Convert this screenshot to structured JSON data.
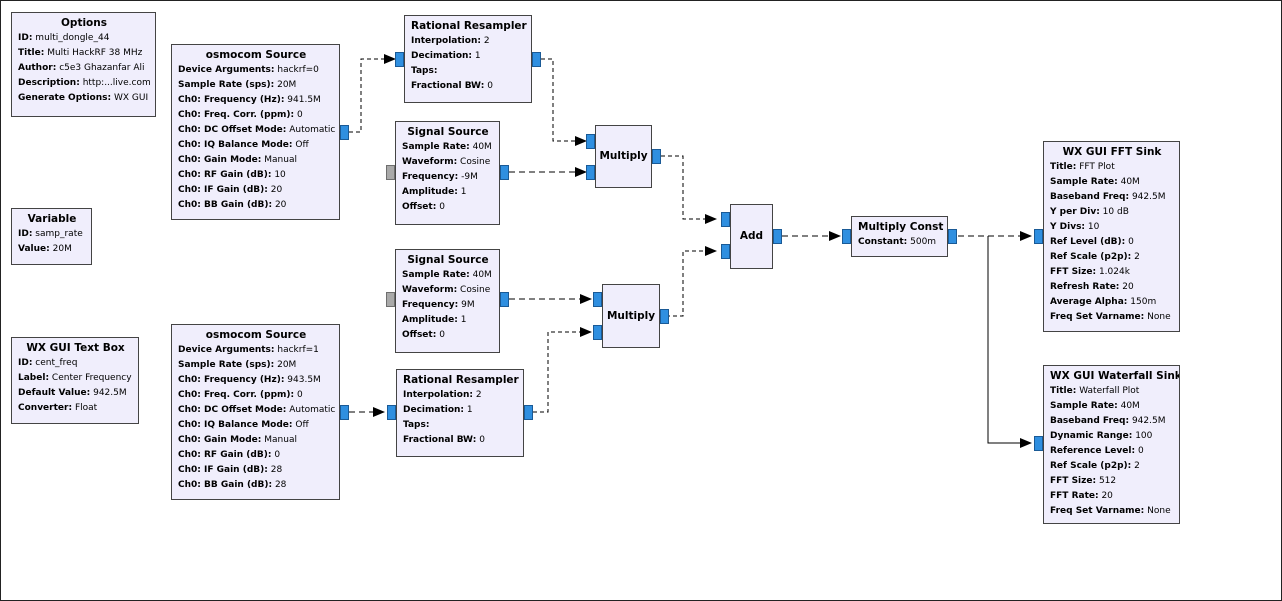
{
  "blocks": {
    "options": {
      "title": "Options",
      "params": [
        {
          "k": "ID:",
          "v": "multi_dongle_44"
        },
        {
          "k": "Title:",
          "v": "Multi HackRF 38 MHz"
        },
        {
          "k": "Author:",
          "v": "c5e3 Ghazanfar Ali"
        },
        {
          "k": "Description:",
          "v": "http:...live.com"
        },
        {
          "k": "Generate Options:",
          "v": "WX GUI"
        }
      ]
    },
    "variable": {
      "title": "Variable",
      "params": [
        {
          "k": "ID:",
          "v": "samp_rate"
        },
        {
          "k": "Value:",
          "v": "20M"
        }
      ]
    },
    "textbox": {
      "title": "WX GUI Text Box",
      "params": [
        {
          "k": "ID:",
          "v": "cent_freq"
        },
        {
          "k": "Label:",
          "v": "Center Frequency"
        },
        {
          "k": "Default Value:",
          "v": "942.5M"
        },
        {
          "k": "Converter:",
          "v": "Float"
        }
      ]
    },
    "osmo1": {
      "title": "osmocom Source",
      "params": [
        {
          "k": "Device Arguments:",
          "v": "hackrf=0"
        },
        {
          "k": "Sample Rate (sps):",
          "v": "20M"
        },
        {
          "k": "Ch0: Frequency (Hz):",
          "v": "941.5M"
        },
        {
          "k": "Ch0: Freq. Corr. (ppm):",
          "v": "0"
        },
        {
          "k": "Ch0: DC Offset Mode:",
          "v": "Automatic"
        },
        {
          "k": "Ch0: IQ Balance Mode:",
          "v": "Off"
        },
        {
          "k": "Ch0: Gain Mode:",
          "v": "Manual"
        },
        {
          "k": "Ch0: RF Gain (dB):",
          "v": "10"
        },
        {
          "k": "Ch0: IF Gain (dB):",
          "v": "20"
        },
        {
          "k": "Ch0: BB Gain (dB):",
          "v": "20"
        }
      ]
    },
    "osmo2": {
      "title": "osmocom Source",
      "params": [
        {
          "k": "Device Arguments:",
          "v": "hackrf=1"
        },
        {
          "k": "Sample Rate (sps):",
          "v": "20M"
        },
        {
          "k": "Ch0: Frequency (Hz):",
          "v": "943.5M"
        },
        {
          "k": "Ch0: Freq. Corr. (ppm):",
          "v": "0"
        },
        {
          "k": "Ch0: DC Offset Mode:",
          "v": "Automatic"
        },
        {
          "k": "Ch0: IQ Balance Mode:",
          "v": "Off"
        },
        {
          "k": "Ch0: Gain Mode:",
          "v": "Manual"
        },
        {
          "k": "Ch0: RF Gain (dB):",
          "v": "0"
        },
        {
          "k": "Ch0: IF Gain (dB):",
          "v": "28"
        },
        {
          "k": "Ch0: BB Gain (dB):",
          "v": "28"
        }
      ]
    },
    "resamp1": {
      "title": "Rational Resampler",
      "params": [
        {
          "k": "Interpolation:",
          "v": "2"
        },
        {
          "k": "Decimation:",
          "v": "1"
        },
        {
          "k": "Taps:",
          "v": ""
        },
        {
          "k": "Fractional BW:",
          "v": "0"
        }
      ]
    },
    "resamp2": {
      "title": "Rational Resampler",
      "params": [
        {
          "k": "Interpolation:",
          "v": "2"
        },
        {
          "k": "Decimation:",
          "v": "1"
        },
        {
          "k": "Taps:",
          "v": ""
        },
        {
          "k": "Fractional BW:",
          "v": "0"
        }
      ]
    },
    "sig1": {
      "title": "Signal Source",
      "params": [
        {
          "k": "Sample Rate:",
          "v": "40M"
        },
        {
          "k": "Waveform:",
          "v": "Cosine"
        },
        {
          "k": "Frequency:",
          "v": "-9M"
        },
        {
          "k": "Amplitude:",
          "v": "1"
        },
        {
          "k": "Offset:",
          "v": "0"
        }
      ]
    },
    "sig2": {
      "title": "Signal Source",
      "params": [
        {
          "k": "Sample Rate:",
          "v": "40M"
        },
        {
          "k": "Waveform:",
          "v": "Cosine"
        },
        {
          "k": "Frequency:",
          "v": "9M"
        },
        {
          "k": "Amplitude:",
          "v": "1"
        },
        {
          "k": "Offset:",
          "v": "0"
        }
      ]
    },
    "mult1": {
      "title": "Multiply"
    },
    "mult2": {
      "title": "Multiply"
    },
    "add": {
      "title": "Add"
    },
    "mconst": {
      "title": "Multiply Const",
      "params": [
        {
          "k": "Constant:",
          "v": "500m"
        }
      ]
    },
    "fft": {
      "title": "WX GUI FFT Sink",
      "params": [
        {
          "k": "Title:",
          "v": "FFT Plot"
        },
        {
          "k": "Sample Rate:",
          "v": "40M"
        },
        {
          "k": "Baseband Freq:",
          "v": "942.5M"
        },
        {
          "k": "Y per Div:",
          "v": "10 dB"
        },
        {
          "k": "Y Divs:",
          "v": "10"
        },
        {
          "k": "Ref Level (dB):",
          "v": "0"
        },
        {
          "k": "Ref Scale (p2p):",
          "v": "2"
        },
        {
          "k": "FFT Size:",
          "v": "1.024k"
        },
        {
          "k": "Refresh Rate:",
          "v": "20"
        },
        {
          "k": "Average Alpha:",
          "v": "150m"
        },
        {
          "k": "Freq Set Varname:",
          "v": "None"
        }
      ]
    },
    "waterfall": {
      "title": "WX GUI Waterfall Sink",
      "params": [
        {
          "k": "Title:",
          "v": "Waterfall Plot"
        },
        {
          "k": "Sample Rate:",
          "v": "40M"
        },
        {
          "k": "Baseband Freq:",
          "v": "942.5M"
        },
        {
          "k": "Dynamic Range:",
          "v": "100"
        },
        {
          "k": "Reference Level:",
          "v": "0"
        },
        {
          "k": "Ref Scale (p2p):",
          "v": "2"
        },
        {
          "k": "FFT Size:",
          "v": "512"
        },
        {
          "k": "FFT Rate:",
          "v": "20"
        },
        {
          "k": "Freq Set Varname:",
          "v": "None"
        }
      ]
    }
  },
  "colors": {
    "block_fill": "#f0eefc",
    "port_active": "#2f8fe0",
    "port_inactive": "#a9a9a9",
    "wire": "#000000"
  }
}
